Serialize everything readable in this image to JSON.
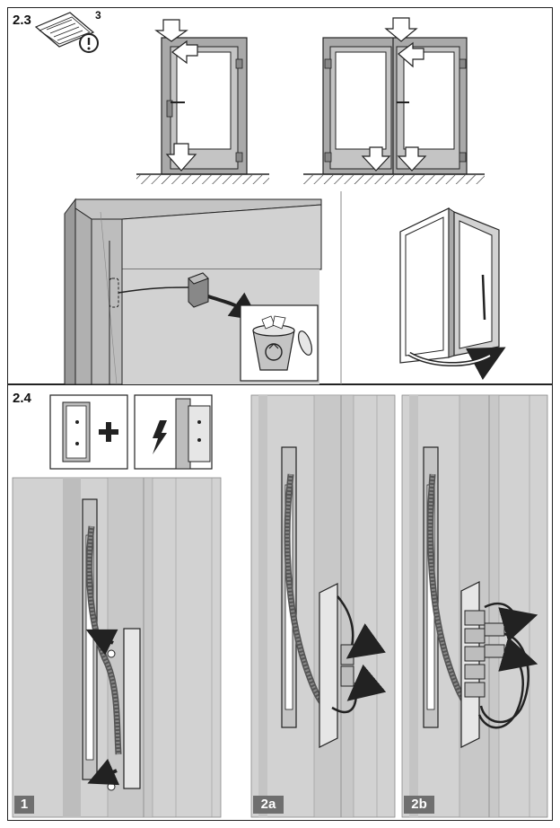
{
  "sections": {
    "s23": {
      "label": "2.3"
    },
    "s24": {
      "label": "2.4"
    }
  },
  "manual_icon": {
    "number": "3",
    "icon": "manual-warning-icon"
  },
  "badges": {
    "step1": "1",
    "step2a": "2a",
    "step2b": "2b"
  },
  "icons": {
    "door_mount": "door-plus-icon",
    "electric": "lightning-icon",
    "recycle": "recycle-bin-icon"
  },
  "colors": {
    "frame_gray": "#a9a9a9",
    "panel_gray": "#d2d2d2",
    "dark_line": "#222222",
    "badge_bg": "#6f6f6f"
  }
}
